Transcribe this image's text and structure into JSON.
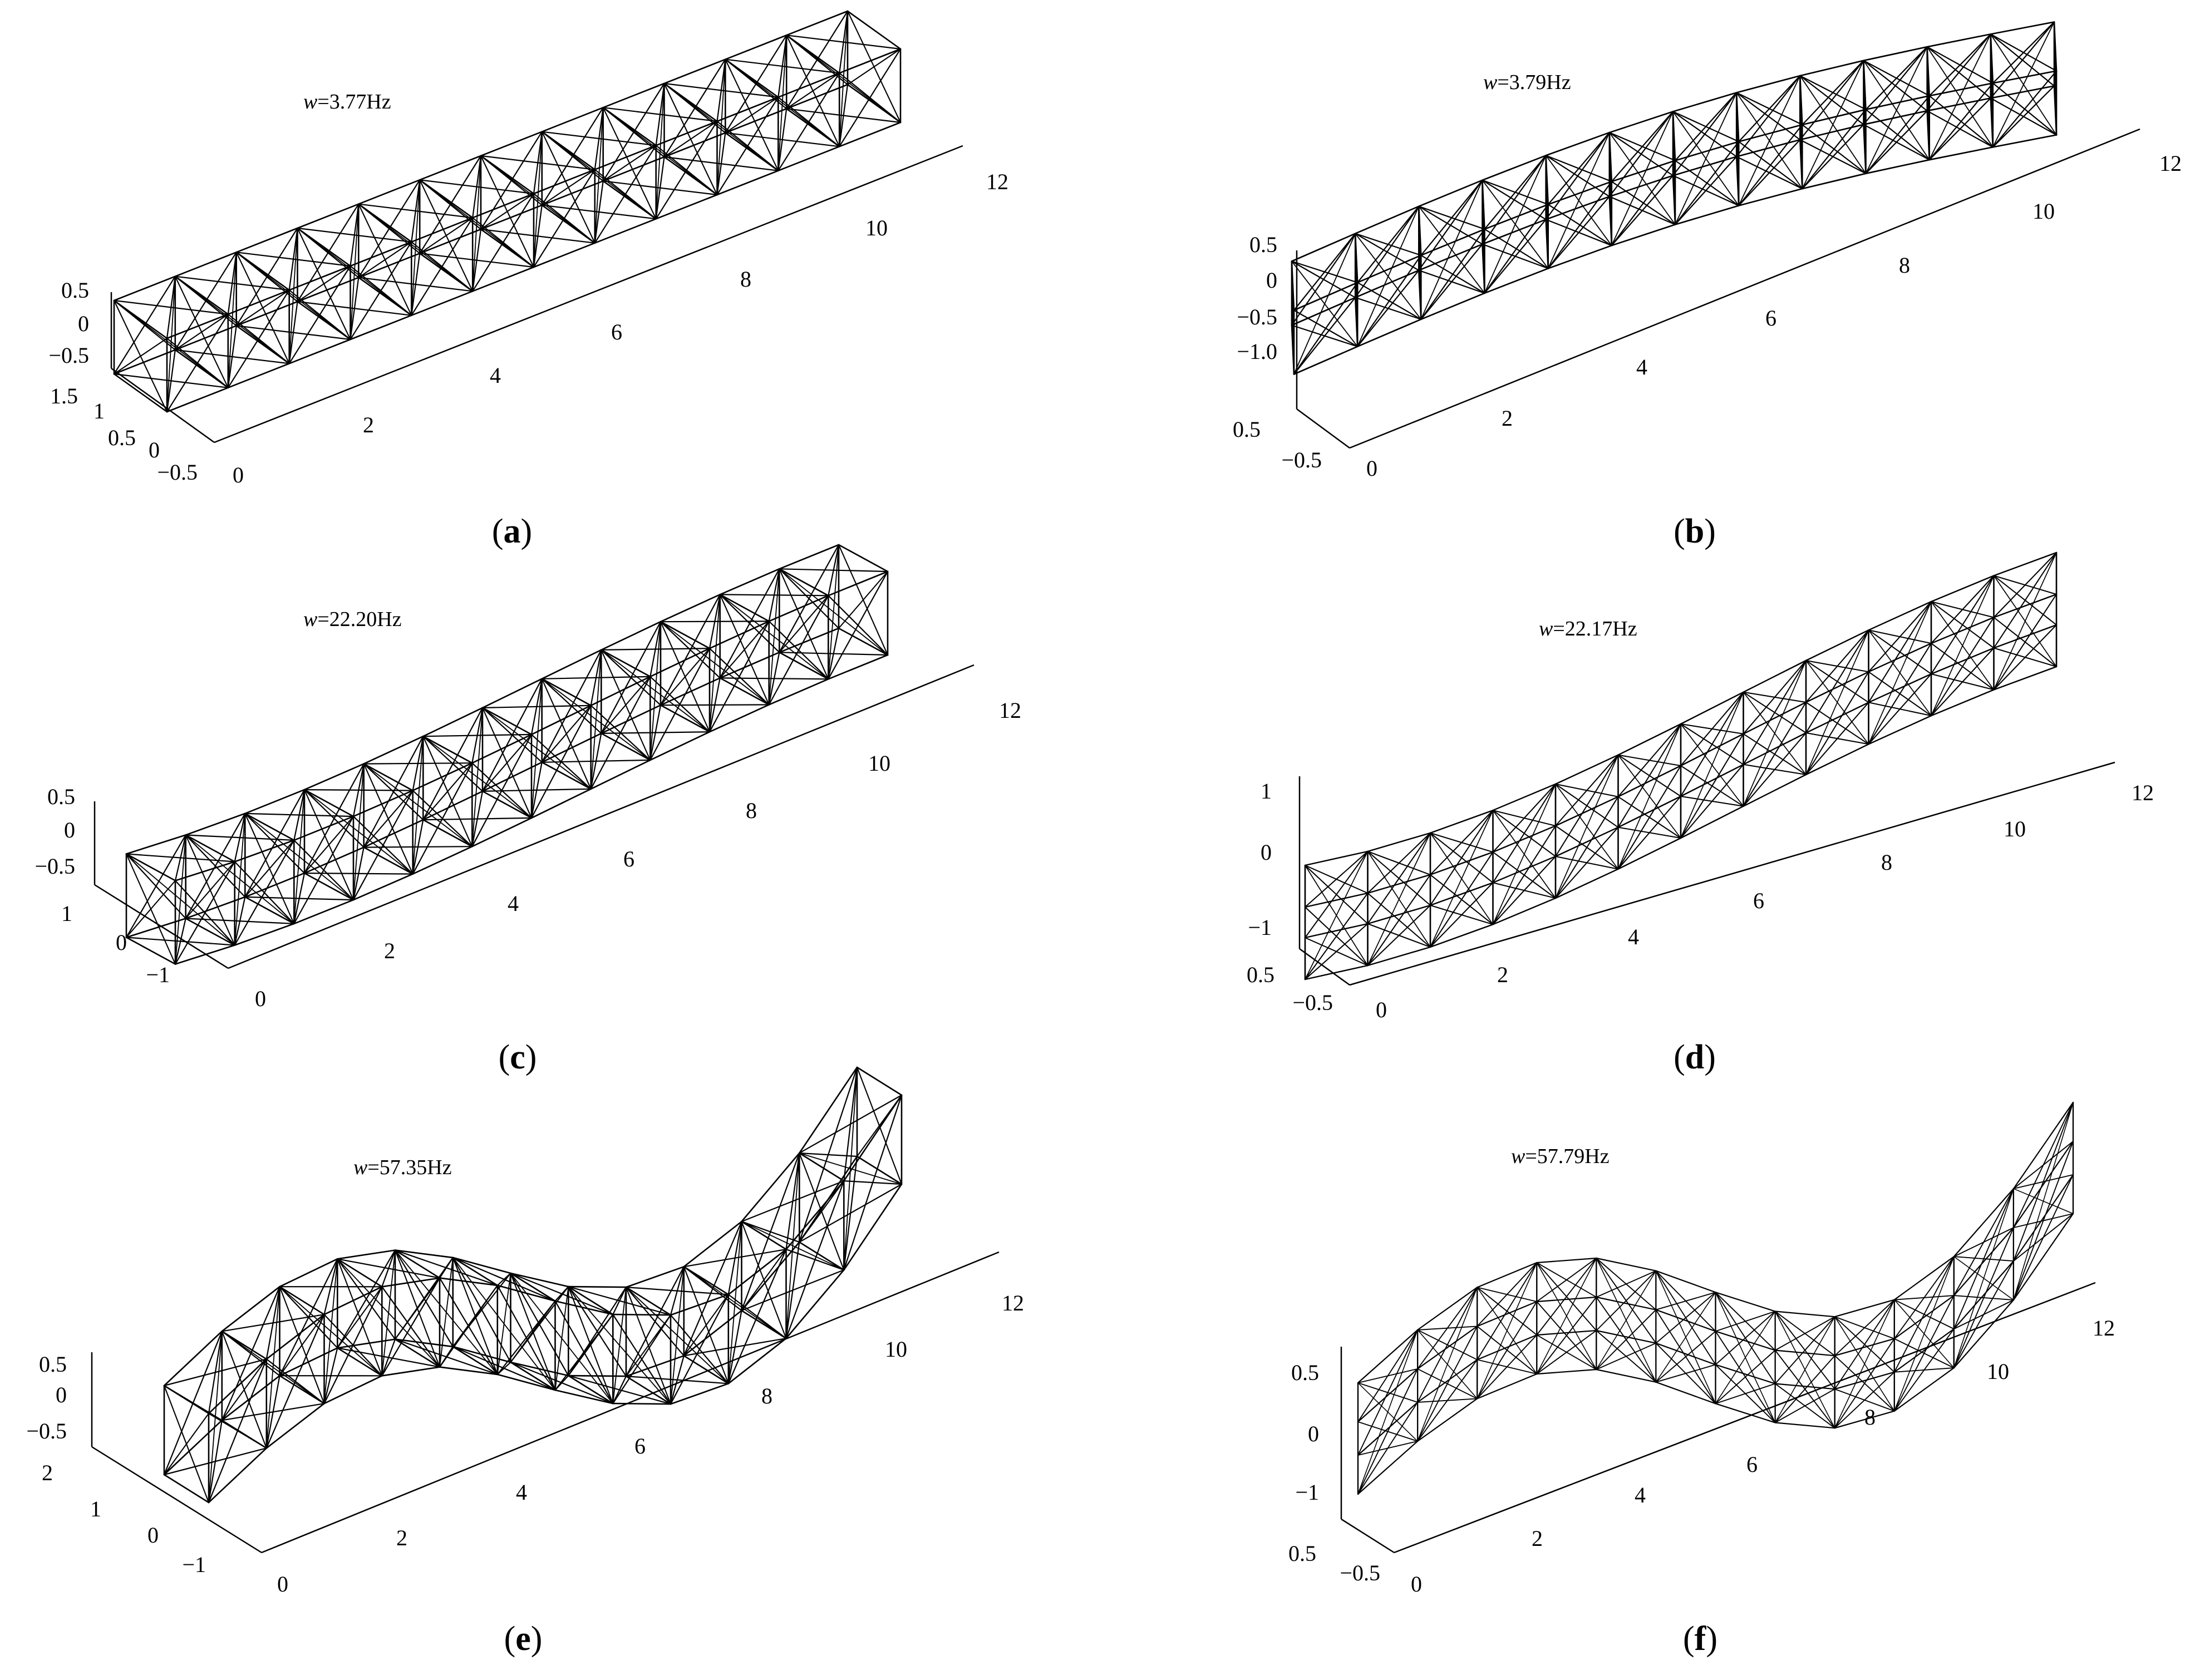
{
  "panels": [
    {
      "id": "a",
      "caption_label": "a",
      "frequency": {
        "symbol": "w",
        "value": "=3.77Hz"
      },
      "x_ticks": [
        "0",
        "2",
        "4",
        "6",
        "8",
        "10",
        "12"
      ],
      "y_ticks": [
        "−0.5",
        "0",
        "0.5",
        "1",
        "1.5"
      ],
      "z_ticks": [
        "−0.5",
        "0",
        "0.5"
      ],
      "mode_shape": {
        "vertical_amplitude": 0.0,
        "lateral_amplitude": 0.0,
        "half_waves": 0
      }
    },
    {
      "id": "b",
      "caption_label": "b",
      "frequency": {
        "symbol": "w",
        "value": "=3.79Hz"
      },
      "x_ticks": [
        "0",
        "2",
        "4",
        "6",
        "8",
        "10",
        "12"
      ],
      "y_ticks": [
        "−0.5",
        "0.5"
      ],
      "z_ticks": [
        "−1.0",
        "−0.5",
        "0",
        "0.5"
      ],
      "mode_shape": {
        "vertical_amplitude": 0.6,
        "lateral_amplitude": 0.0,
        "half_waves": 1
      }
    },
    {
      "id": "c",
      "caption_label": "c",
      "frequency": {
        "symbol": "w",
        "value": "=22.20Hz"
      },
      "x_ticks": [
        "0",
        "2",
        "4",
        "6",
        "8",
        "10",
        "12"
      ],
      "y_ticks": [
        "−1",
        "0",
        "1"
      ],
      "z_ticks": [
        "−0.5",
        "0",
        "0.5"
      ],
      "mode_shape": {
        "vertical_amplitude": 0.9,
        "lateral_amplitude": 0.0,
        "half_waves": 2
      }
    },
    {
      "id": "d",
      "caption_label": "d",
      "frequency": {
        "symbol": "w",
        "value": "=22.17Hz"
      },
      "x_ticks": [
        "0",
        "2",
        "4",
        "6",
        "8",
        "10",
        "12"
      ],
      "y_ticks": [
        "−0.5",
        "0.5"
      ],
      "z_ticks": [
        "−1",
        "0",
        "1"
      ],
      "mode_shape": {
        "vertical_amplitude": 1.6,
        "lateral_amplitude": 0.0,
        "half_waves": 2
      }
    },
    {
      "id": "e",
      "caption_label": "e",
      "frequency": {
        "symbol": "w",
        "value": "=57.35Hz"
      },
      "x_ticks": [
        "0",
        "2",
        "4",
        "6",
        "8",
        "10",
        "12"
      ],
      "y_ticks": [
        "−1",
        "0",
        "1",
        "2"
      ],
      "z_ticks": [
        "−0.5",
        "0",
        "0.5"
      ],
      "mode_shape": {
        "vertical_amplitude": 1.6,
        "lateral_amplitude": 0.0,
        "half_waves": 3
      }
    },
    {
      "id": "f",
      "caption_label": "f",
      "frequency": {
        "symbol": "w",
        "value": "=57.79Hz"
      },
      "x_ticks": [
        "0",
        "2",
        "4",
        "6",
        "8",
        "10",
        "12"
      ],
      "y_ticks": [
        "−0.5",
        "0.5"
      ],
      "z_ticks": [
        "−1",
        "0",
        "0.5"
      ],
      "mode_shape": {
        "vertical_amplitude": 1.7,
        "lateral_amplitude": 0.0,
        "half_waves": 3
      }
    }
  ]
}
